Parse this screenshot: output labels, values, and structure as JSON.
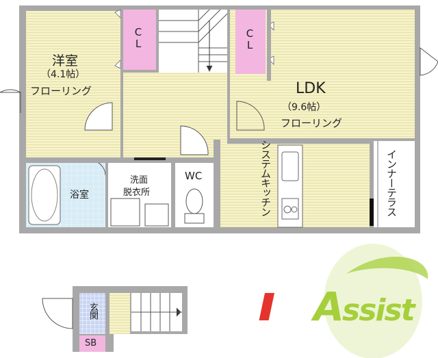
{
  "rooms": {
    "western": {
      "name": "洋室",
      "size": "（4.1帖）",
      "floor": "フローリング"
    },
    "ldk": {
      "name": "LDK",
      "size": "（9.6帖）",
      "floor": "フローリング"
    },
    "closet_left": "CL",
    "closet_right": "CL",
    "bath": "浴室",
    "washroom_line1": "洗面",
    "washroom_line2": "脱衣所",
    "toilet": "WC",
    "kitchen": "システムキッチン",
    "terrace": "インナーテラス",
    "entrance": "玄関",
    "shoebox": "SB"
  },
  "logo": {
    "text": "Assist"
  },
  "colors": {
    "floor": "#f6f2c9",
    "floor_line": "#e8e1a8",
    "closet": "#f2b6e0",
    "bath": "#d7ecf6",
    "entrance_tile": "#c9d5f1",
    "wall": "#a0a0a0",
    "logo_green": "#a6cf3c",
    "logo_red": "#e4342c"
  }
}
